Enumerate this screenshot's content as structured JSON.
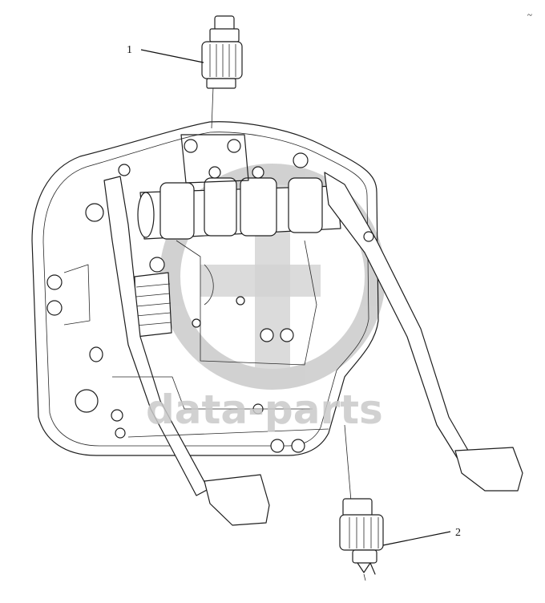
{
  "diagram": {
    "callouts": [
      {
        "id": 1,
        "label": "1"
      },
      {
        "id": 2,
        "label": "2"
      }
    ],
    "watermark": {
      "text": "data-parts",
      "color": "#c8c8c8"
    },
    "corner_mark": "~"
  }
}
